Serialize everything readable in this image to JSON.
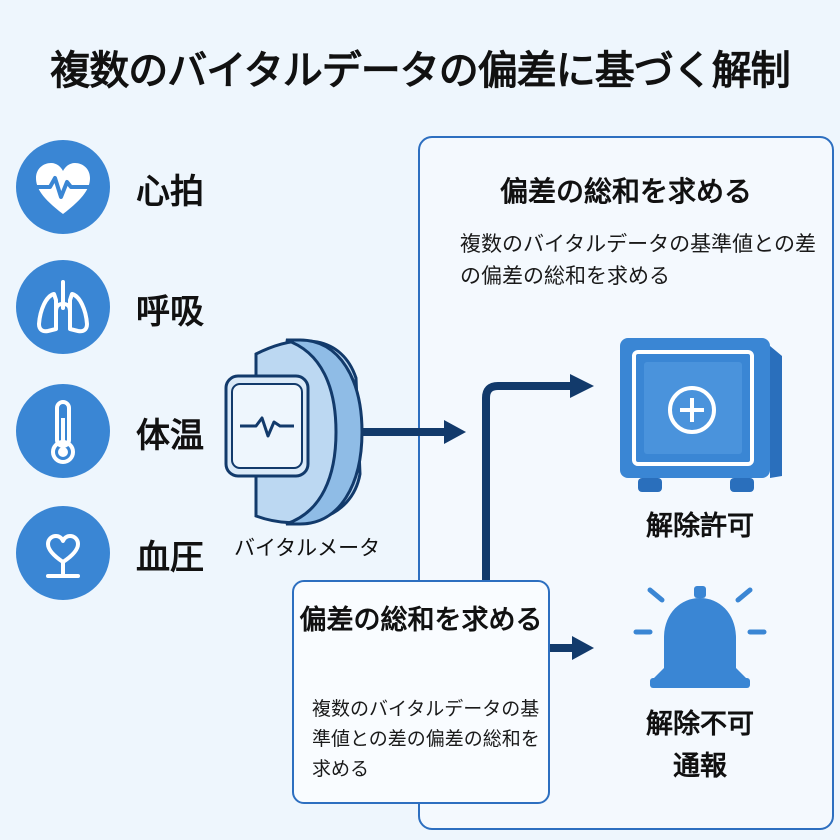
{
  "title": "複数のバイタルデータの偏差に基づく解制",
  "vitals": [
    {
      "label": "心拍",
      "icon": "heart-pulse-icon"
    },
    {
      "label": "呼吸",
      "icon": "lungs-icon"
    },
    {
      "label": "体温",
      "icon": "thermometer-icon"
    },
    {
      "label": "血圧",
      "icon": "blood-pressure-icon"
    }
  ],
  "device": {
    "label": "バイタルメータ",
    "icon": "smartwatch-icon"
  },
  "panel": {
    "title": "偏差の総和を求める",
    "description": "複数のバイタルデータの基準値との差の偏差の総和を求める"
  },
  "box": {
    "title": "偏差の総和を求める",
    "description": "複数のバイタルデータの基準値との差の偏差の総和を求める"
  },
  "outcomes": {
    "permit": {
      "label": "解除許可",
      "icon": "safe-icon"
    },
    "deny": {
      "label": "解除不可通報",
      "icon": "alarm-bell-icon"
    }
  },
  "colors": {
    "accent": "#3a86d4",
    "dark": "#123a6b",
    "light": "#bcd8f2"
  }
}
